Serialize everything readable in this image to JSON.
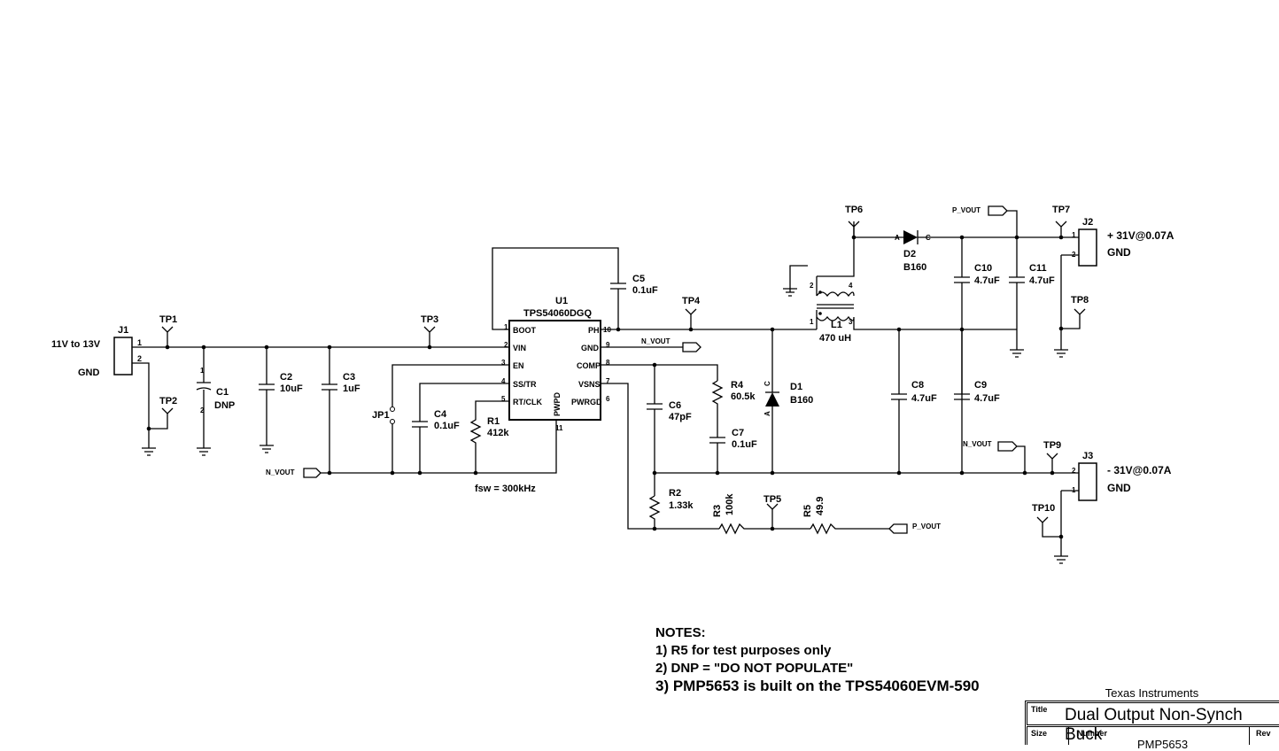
{
  "input": {
    "voltage_label": "11V to 13V",
    "gnd_label": "GND"
  },
  "connectors": {
    "j1": "J1",
    "j2": "J2",
    "j3": "J3",
    "j2_label": "+ 31V@0.07A",
    "j2_gnd": "GND",
    "j3_label": "- 31V@0.07A",
    "j3_gnd": "GND"
  },
  "test_points": [
    "TP1",
    "TP2",
    "TP3",
    "TP4",
    "TP5",
    "TP6",
    "TP7",
    "TP8",
    "TP9",
    "TP10"
  ],
  "jumpers": {
    "jp1": "JP1"
  },
  "ic": {
    "ref": "U1",
    "part": "TPS54060DGQ",
    "pins": {
      "boot": "BOOT",
      "vin": "VIN",
      "en": "EN",
      "sstr": "SS/TR",
      "rtclk": "RT/CLK",
      "ph": "PH",
      "gnd": "GND",
      "comp": "COMP",
      "vsns": "VSNS",
      "pwrgd": "PWRGD",
      "pwpd": "PWPD"
    },
    "pin_numbers": {
      "p1": "1",
      "p2": "2",
      "p3": "3",
      "p4": "4",
      "p5": "5",
      "p6": "6",
      "p7": "7",
      "p8": "8",
      "p9": "9",
      "p10": "10",
      "p11": "11"
    }
  },
  "components": {
    "c1": {
      "ref": "C1",
      "value": "DNP"
    },
    "c2": {
      "ref": "C2",
      "value": "10uF"
    },
    "c3": {
      "ref": "C3",
      "value": "1uF"
    },
    "c4": {
      "ref": "C4",
      "value": "0.1uF"
    },
    "c5": {
      "ref": "C5",
      "value": "0.1uF"
    },
    "c6": {
      "ref": "C6",
      "value": "47pF"
    },
    "c7": {
      "ref": "C7",
      "value": "0.1uF"
    },
    "c8": {
      "ref": "C8",
      "value": "4.7uF"
    },
    "c9": {
      "ref": "C9",
      "value": "4.7uF"
    },
    "c10": {
      "ref": "C10",
      "value": "4.7uF"
    },
    "c11": {
      "ref": "C11",
      "value": "4.7uF"
    },
    "r1": {
      "ref": "R1",
      "value": "412k"
    },
    "r2": {
      "ref": "R2",
      "value": "1.33k"
    },
    "r3": {
      "ref": "R3",
      "value": "100k"
    },
    "r4": {
      "ref": "R4",
      "value": "60.5k"
    },
    "r5": {
      "ref": "R5",
      "value": "49.9"
    },
    "d1": {
      "ref": "D1",
      "value": "B160",
      "a": "A",
      "c": "C"
    },
    "d2": {
      "ref": "D2",
      "value": "B160",
      "a": "A",
      "c": "C"
    },
    "l1": {
      "ref": "L1",
      "value": "470 uH",
      "p1": "1",
      "p2": "2",
      "p3": "3",
      "p4": "4"
    }
  },
  "nets": {
    "n_vout": "N_VOUT",
    "p_vout": "P_VOUT"
  },
  "fsw": "fsw = 300kHz",
  "notes": {
    "heading": "NOTES:",
    "items": [
      "1) R5 for test purposes only",
      "2) DNP = \"DO NOT POPULATE\"",
      "3) PMP5653 is built on the TPS54060EVM-590"
    ]
  },
  "title_block": {
    "company": "Texas Instruments",
    "title_label": "Title",
    "title": "Dual Output Non-Synch Buck",
    "size_label": "Size",
    "number_label": "Number",
    "number": "PMP5653",
    "rev_label": "Rev"
  }
}
